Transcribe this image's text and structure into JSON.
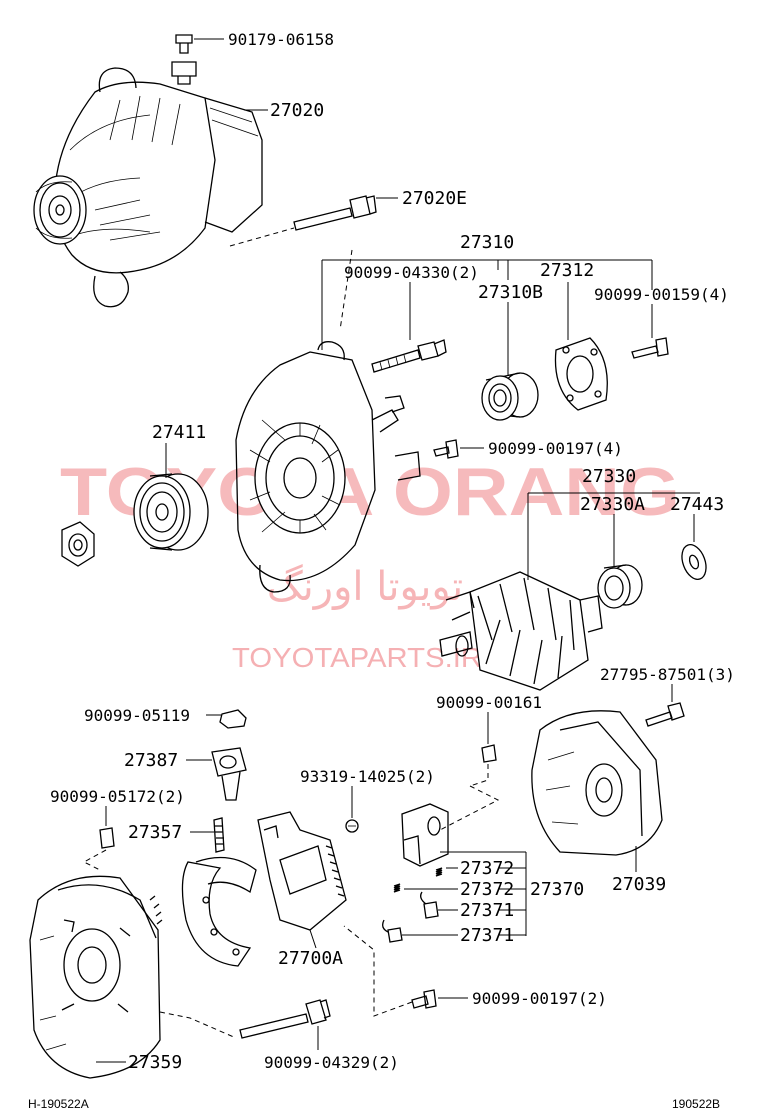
{
  "watermark": {
    "brand": "TOYOTA ORANG",
    "brand_persian": "تویوتا اورنگ",
    "site": "TOYOTAPARTS.IR"
  },
  "labels": {
    "p90179_06158": "90179-06158",
    "p27020": "27020",
    "p27020E": "27020E",
    "p27310": "27310",
    "p90099_04330": "90099-04330(2)",
    "p27312": "27312",
    "p27310B": "27310B",
    "p90099_00159": "90099-00159(4)",
    "p27411": "27411",
    "p90099_00197a": "90099-00197(4)",
    "p27330": "27330",
    "p27330A": "27330A",
    "p27443": "27443",
    "p27795_87501": "27795-87501(3)",
    "p90099_05119": "90099-05119",
    "p90099_00161": "90099-00161",
    "p27387": "27387",
    "p93319_14025": "93319-14025(2)",
    "p90099_05172": "90099-05172(2)",
    "p27357": "27357",
    "p27372a": "27372",
    "p27372b": "27372",
    "p27370": "27370",
    "p27039": "27039",
    "p27371a": "27371",
    "p27371b": "27371",
    "p27700A": "27700A",
    "p90099_00197b": "90099-00197(2)",
    "p27359": "27359",
    "p90099_04329": "90099-04329(2)"
  },
  "footer": {
    "left_code": "H-190522A",
    "right_code": "190522B"
  }
}
